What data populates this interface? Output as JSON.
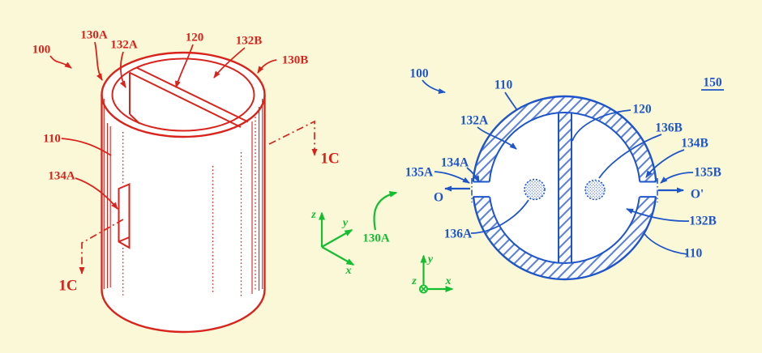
{
  "colors": {
    "red": "#D8241D",
    "blue": "#1E55C8",
    "blue_hatch": "#5E82DA",
    "green": "#14BE31",
    "background": "#FBF8D8",
    "figure_fill": "#FFFFFF"
  },
  "red_cylinder": {
    "labels": {
      "r100": "100",
      "r130A": "130A",
      "r132A": "132A",
      "r120": "120",
      "r132B": "132B",
      "r130B": "130B",
      "r110": "110",
      "r134A": "134A",
      "section_left": "1C",
      "section_right": "1C"
    }
  },
  "blue_section": {
    "labels": {
      "b100": "100",
      "b110_top": "110",
      "b150": "150",
      "b120": "120",
      "b132A": "132A",
      "b136B": "136B",
      "b134B": "134B",
      "b135B": "135B",
      "b135A": "135A",
      "b134A": "134A",
      "b136A": "136A",
      "b132B": "132B",
      "b110_bottom": "110",
      "axis_O": "O",
      "axis_O_prime": "O'"
    }
  },
  "green_annotations": {
    "view_ref": "130A",
    "axes_3d": {
      "x": "x",
      "y": "y",
      "z": "z"
    },
    "axes_2d": {
      "x": "x",
      "y": "y",
      "z": "z"
    }
  }
}
